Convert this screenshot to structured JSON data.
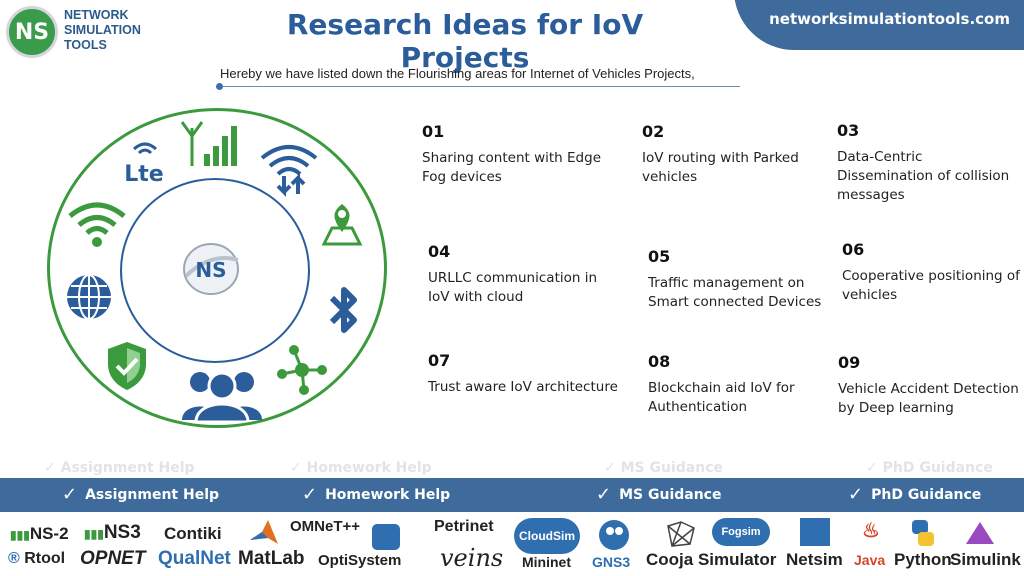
{
  "logo": {
    "mark": "NS",
    "line1": "NETWORK",
    "line2": "SIMULATION",
    "line3": "TOOLS"
  },
  "title": "Research Ideas for IoV Projects",
  "site": "networksimulationtools.com",
  "subtitle": "Hereby we have listed down the Flourishing areas for Internet of Vehicles Projects,",
  "center_mark": "NS",
  "lte_label": "Lte",
  "items": [
    {
      "num": "01",
      "text": "Sharing content with Edge Fog devices"
    },
    {
      "num": "02",
      "text": "IoV routing with Parked vehicles"
    },
    {
      "num": "03",
      "text": "Data-Centric Dissemination of collision messages"
    },
    {
      "num": "04",
      "text": "URLLC communication in IoV with cloud"
    },
    {
      "num": "05",
      "text": "Traffic management on Smart connected Devices"
    },
    {
      "num": "06",
      "text": "Cooperative positioning of vehicles"
    },
    {
      "num": "07",
      "text": "Trust aware IoV architecture"
    },
    {
      "num": "08",
      "text": "Blockchain aid IoV for Authentication"
    },
    {
      "num": "09",
      "text": "Vehicle Accident Detection by Deep learning"
    }
  ],
  "services": [
    "Assignment Help",
    "Homework Help",
    "MS  Guidance",
    "PhD  Guidance"
  ],
  "tools": [
    "NS-2",
    "NS3",
    "Contiki",
    "OMNeT++",
    "Petrinet",
    "CloudSim",
    "Fogsim",
    "Rtool",
    "OPNET",
    "QualNet",
    "MatLab",
    "OptiSystem",
    "veins",
    "Mininet",
    "GNS3",
    "Cooja Simulator",
    "Netsim",
    "Java",
    "Python",
    "Simulink"
  ],
  "colors": {
    "brand_blue": "#2b5d9b",
    "band_blue": "#3e6a9c",
    "green": "#3b9a3d"
  }
}
